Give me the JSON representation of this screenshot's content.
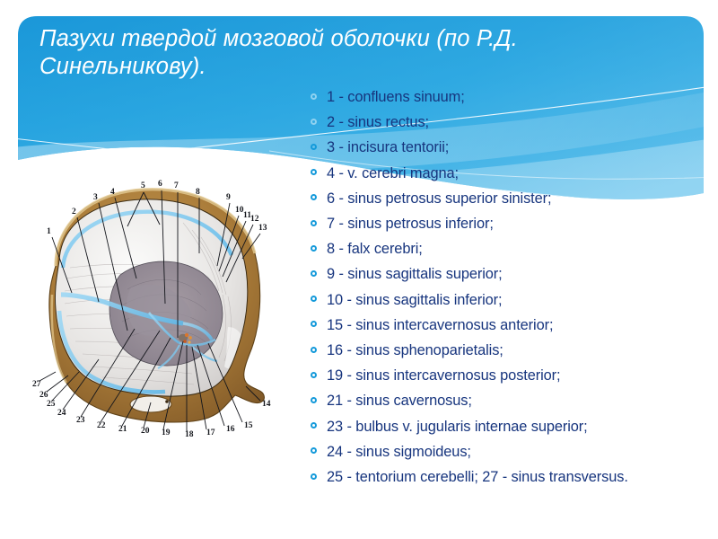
{
  "slide": {
    "title": "Пазухи твердой мозговой оболочки (по Р.Д. Синельникову).",
    "background_color": "#ffffff",
    "banner_color": "#1f9fdd",
    "banner_color_light": "#6fc6ee",
    "text_color": "#17357e",
    "bullet_color": "#159ada",
    "title_color": "#ffffff"
  },
  "list": {
    "items": [
      {
        "text": "1 - confluens sinuum;"
      },
      {
        "text": "2 - sinus rectus;"
      },
      {
        "text": "3 - incisura tentorii;"
      },
      {
        "text": "4 - v. cerebri magna;"
      },
      {
        "text": "6 - sinus petrosus superior sinister;"
      },
      {
        "text": "7 - sinus petrosus inferior;"
      },
      {
        "text": "8 - falx cerebri;"
      },
      {
        "text": "9 - sinus sagittalis superior;"
      },
      {
        "text": "10 - sinus sagittalis inferior;"
      },
      {
        "text": "15 - sinus intercavernosus anterior;"
      },
      {
        "text": "16 - sinus sphenoparietalis;"
      },
      {
        "text": "19 - sinus intercavernosus posterior;"
      },
      {
        "text": "21 - sinus cavernosus;"
      },
      {
        "text": "23 - bulbus v. jugularis internae superior;"
      },
      {
        "text": "24 - sinus sigmoideus;"
      },
      {
        "text": "25 - tentorium cerebelli; 27 - sinus transversus."
      }
    ]
  },
  "figure": {
    "caption_numbers": [
      "1",
      "2",
      "3",
      "4",
      "5",
      "6",
      "7",
      "8",
      "9",
      "10",
      "11",
      "12",
      "13",
      "14",
      "15",
      "16",
      "17",
      "18",
      "19",
      "20",
      "21",
      "22",
      "23",
      "24",
      "25",
      "26",
      "27"
    ],
    "description": "Anatomical illustration: interior of skull base showing dura mater sinuses with numbered leader lines"
  }
}
